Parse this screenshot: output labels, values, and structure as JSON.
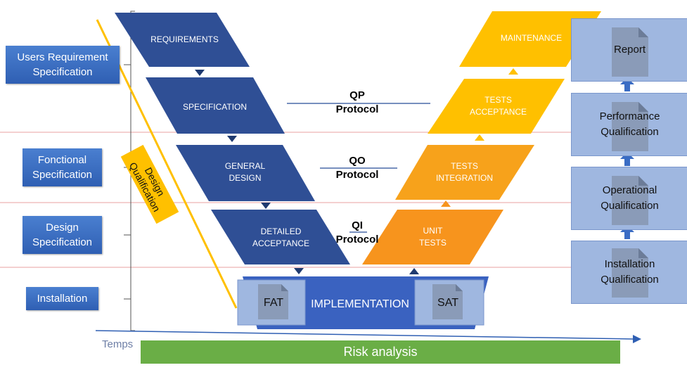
{
  "left_boxes": [
    {
      "label": "Users Requirement Specification"
    },
    {
      "label": "Fonctional Specification"
    },
    {
      "label": "Design Specification"
    },
    {
      "label": "Installation"
    }
  ],
  "v_left": {
    "requirements": "REQUIREMENTS",
    "specification": "SPECIFICATION",
    "general_design_1": "GENERAL",
    "general_design_2": "DESIGN",
    "detailed_1": "DETAILED",
    "detailed_2": "ACCEPTANCE"
  },
  "v_right": {
    "maintenance": "MAINTENANCE",
    "tests_acceptance_1": "TESTS",
    "tests_acceptance_2": "ACCEPTANCE",
    "tests_integration_1": "TESTS",
    "tests_integration_2": "INTEGRATION",
    "unit_tests_1": "UNIT",
    "unit_tests_2": "TESTS"
  },
  "implementation": {
    "label": "IMPLEMENTATION",
    "fat": "FAT",
    "sat": "SAT"
  },
  "protocols": [
    {
      "code": "QP",
      "label": "Protocol"
    },
    {
      "code": "QO",
      "label": "Protocol"
    },
    {
      "code": "QI",
      "label": "Protocol"
    }
  ],
  "design_qualification": {
    "line1": "Design",
    "line2": "Qualification"
  },
  "right_boxes": {
    "report": "Report",
    "performance_1": "Performance",
    "performance_2": "Qualification",
    "operational_1": "Operational",
    "operational_2": "Qualification",
    "installation_1": "Installation",
    "installation_2": "Qualification"
  },
  "timeline": {
    "label": "Temps"
  },
  "risk": {
    "label": "Risk analysis"
  },
  "colors": {
    "navy": "#2f4f95",
    "blue_box": "#3a6cc4",
    "yellow": "#ffc000",
    "orange": "#f7941d",
    "green": "#6aae46",
    "red_line": "#e8a0a0",
    "lavender": "#9fb7e0"
  }
}
